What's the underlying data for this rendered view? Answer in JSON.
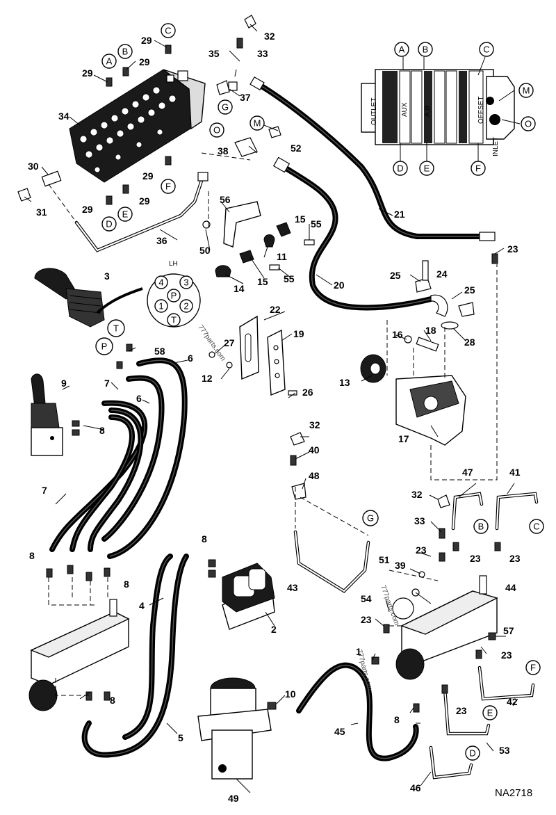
{
  "callouts": {
    "c1": "1",
    "c2": "2",
    "c3": "3",
    "c4": "4",
    "c5": "5",
    "c6a": "6",
    "c6b": "6",
    "c7a": "7",
    "c7b": "7",
    "c8": "8",
    "c9": "9",
    "c10": "10",
    "c11": "11",
    "c12": "12",
    "c13": "13",
    "c14": "14",
    "c15a": "15",
    "c15b": "15",
    "c16": "16",
    "c17": "17",
    "c18": "18",
    "c19": "19",
    "c20": "20",
    "c21": "21",
    "c22": "22",
    "c23": "23",
    "c24": "24",
    "c25a": "25",
    "c25b": "25",
    "c26": "26",
    "c27": "27",
    "c28": "28",
    "c29": "29",
    "c30": "30",
    "c31": "31",
    "c32": "32",
    "c33": "33",
    "c34": "34",
    "c35": "35",
    "c36": "36",
    "c37": "37",
    "c38": "38",
    "c39": "39",
    "c40": "40",
    "c41": "41",
    "c42": "42",
    "c43": "43",
    "c44": "44",
    "c45": "45",
    "c46": "46",
    "c47": "47",
    "c48": "48",
    "c49": "49",
    "c50": "50",
    "c51": "51",
    "c52": "52",
    "c53": "53",
    "c54": "54",
    "c55": "55",
    "c56": "56",
    "c57": "57",
    "c58": "58"
  },
  "letters": {
    "A": "A",
    "B": "B",
    "C": "C",
    "D": "D",
    "E": "E",
    "F": "F",
    "G": "G",
    "M": "M",
    "O": "O",
    "P": "P",
    "T": "T"
  },
  "pattern": {
    "title": "LH",
    "ports": [
      "4",
      "3",
      "P",
      "1",
      "2",
      "T"
    ]
  },
  "valve_labels": {
    "outlet": "OUTLET",
    "aux": "AUX",
    "ab": "A,B",
    "offset": "OFFSET",
    "inlet": "INLET"
  },
  "watermark": "777parts.com",
  "figure_id": "NA2718"
}
